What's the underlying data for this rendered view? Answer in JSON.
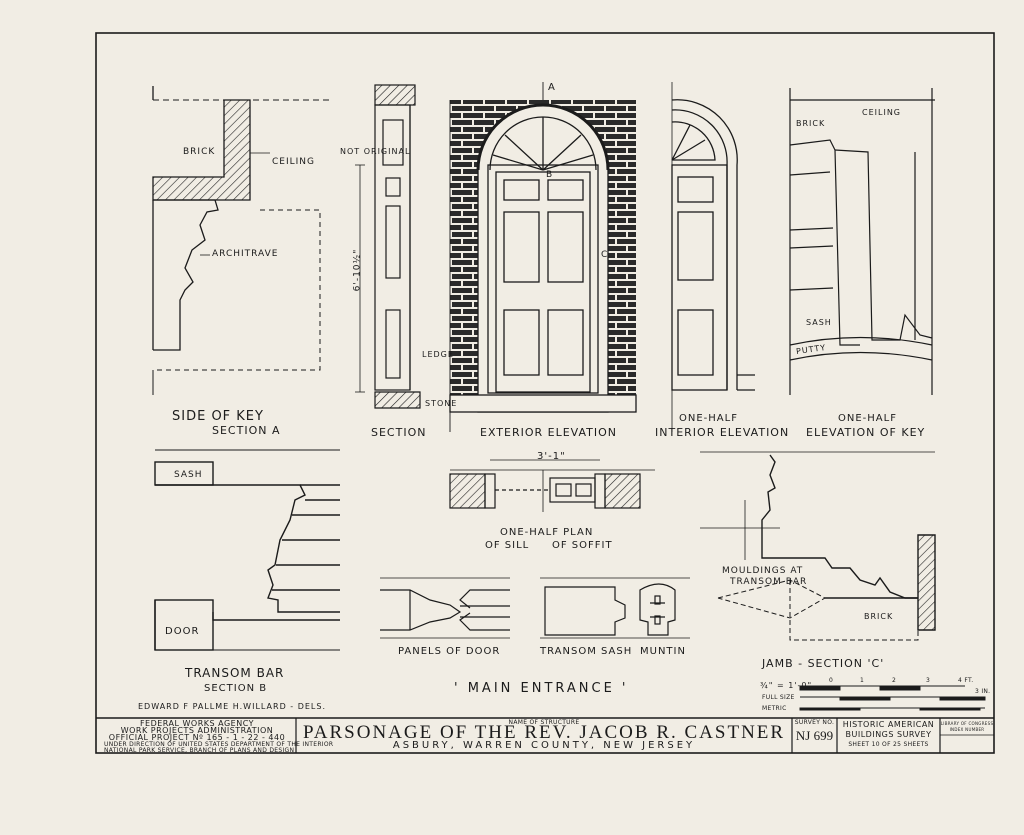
{
  "drawing": {
    "labels": {
      "brick_a": "BRICK",
      "ceiling_a": "CEILING",
      "architrave": "ARCHITRAVE",
      "side_of_key": "SIDE OF KEY",
      "section_a": "SECTION A",
      "not_original": "NOT ORIGINAL",
      "dim_height": "6'-10½\"",
      "ledge": "LEDGE",
      "stone": "STONE",
      "section": "SECTION",
      "mark_a": "A",
      "mark_b": "B",
      "mark_c": "C",
      "exterior_elevation": "EXTERIOR ELEVATION",
      "one_half_1": "ONE-HALF",
      "interior_elevation": "INTERIOR ELEVATION",
      "brick_key": "BRICK",
      "ceiling_key": "CEILING",
      "sash_key": "SASH",
      "putty": "PUTTY",
      "one_half_2": "ONE-HALF",
      "elevation_of_key": "ELEVATION OF KEY",
      "sash_b": "SASH",
      "door_b": "DOOR",
      "transom_bar": "TRANSOM BAR",
      "section_b": "SECTION B",
      "dim_width": "3'-1\"",
      "one_half_plan": "ONE-HALF PLAN",
      "of_sill": "OF SILL",
      "of_soffit": "OF SOFFIT",
      "mouldings_1": "MOULDINGS AT",
      "mouldings_2": "TRANSOM BAR",
      "brick_c": "BRICK",
      "panels_of_door": "PANELS OF DOOR",
      "transom_sash": "TRANSOM SASH",
      "muntin": "MUNTIN",
      "jamb_section": "JAMB - SECTION 'C'",
      "main_entrance": "' MAIN ENTRANCE '",
      "delineators": "EDWARD F PALLME      H.WILLARD - DELS."
    },
    "scale": {
      "row1": "¾\" = 1'-0\"",
      "row2": "FULL SIZE",
      "row3": "METRIC",
      "ft": "4 FT.",
      "in": "3 IN.",
      "ticks": [
        "0",
        "1",
        "2",
        "3"
      ]
    }
  },
  "title_block": {
    "agency_1": "FEDERAL WORKS AGENCY",
    "agency_2": "WORK PROJECTS ADMINISTRATION",
    "agency_3": "OFFICIAL PROJECT Nº 165 - 1 - 22 - 440",
    "agency_4": "UNDER DIRECTION OF UNITED STATES DEPARTMENT OF THE INTERIOR",
    "agency_5": "NATIONAL PARK SERVICE, BRANCH OF PLANS AND DESIGN",
    "name_label": "NAME OF STRUCTURE",
    "name": "PARSONAGE OF THE REV. JACOB R. CASTNER",
    "location": "ASBURY, WARREN COUNTY, NEW JERSEY",
    "survey_label": "SURVEY NO.",
    "survey_no": "NJ 699",
    "habs_1": "HISTORIC AMERICAN",
    "habs_2": "BUILDINGS SURVEY",
    "sheet": "SHEET 10 OF 25 SHEETS",
    "loc_1": "LIBRARY OF CONGRESS",
    "loc_2": "INDEX NUMBER"
  }
}
